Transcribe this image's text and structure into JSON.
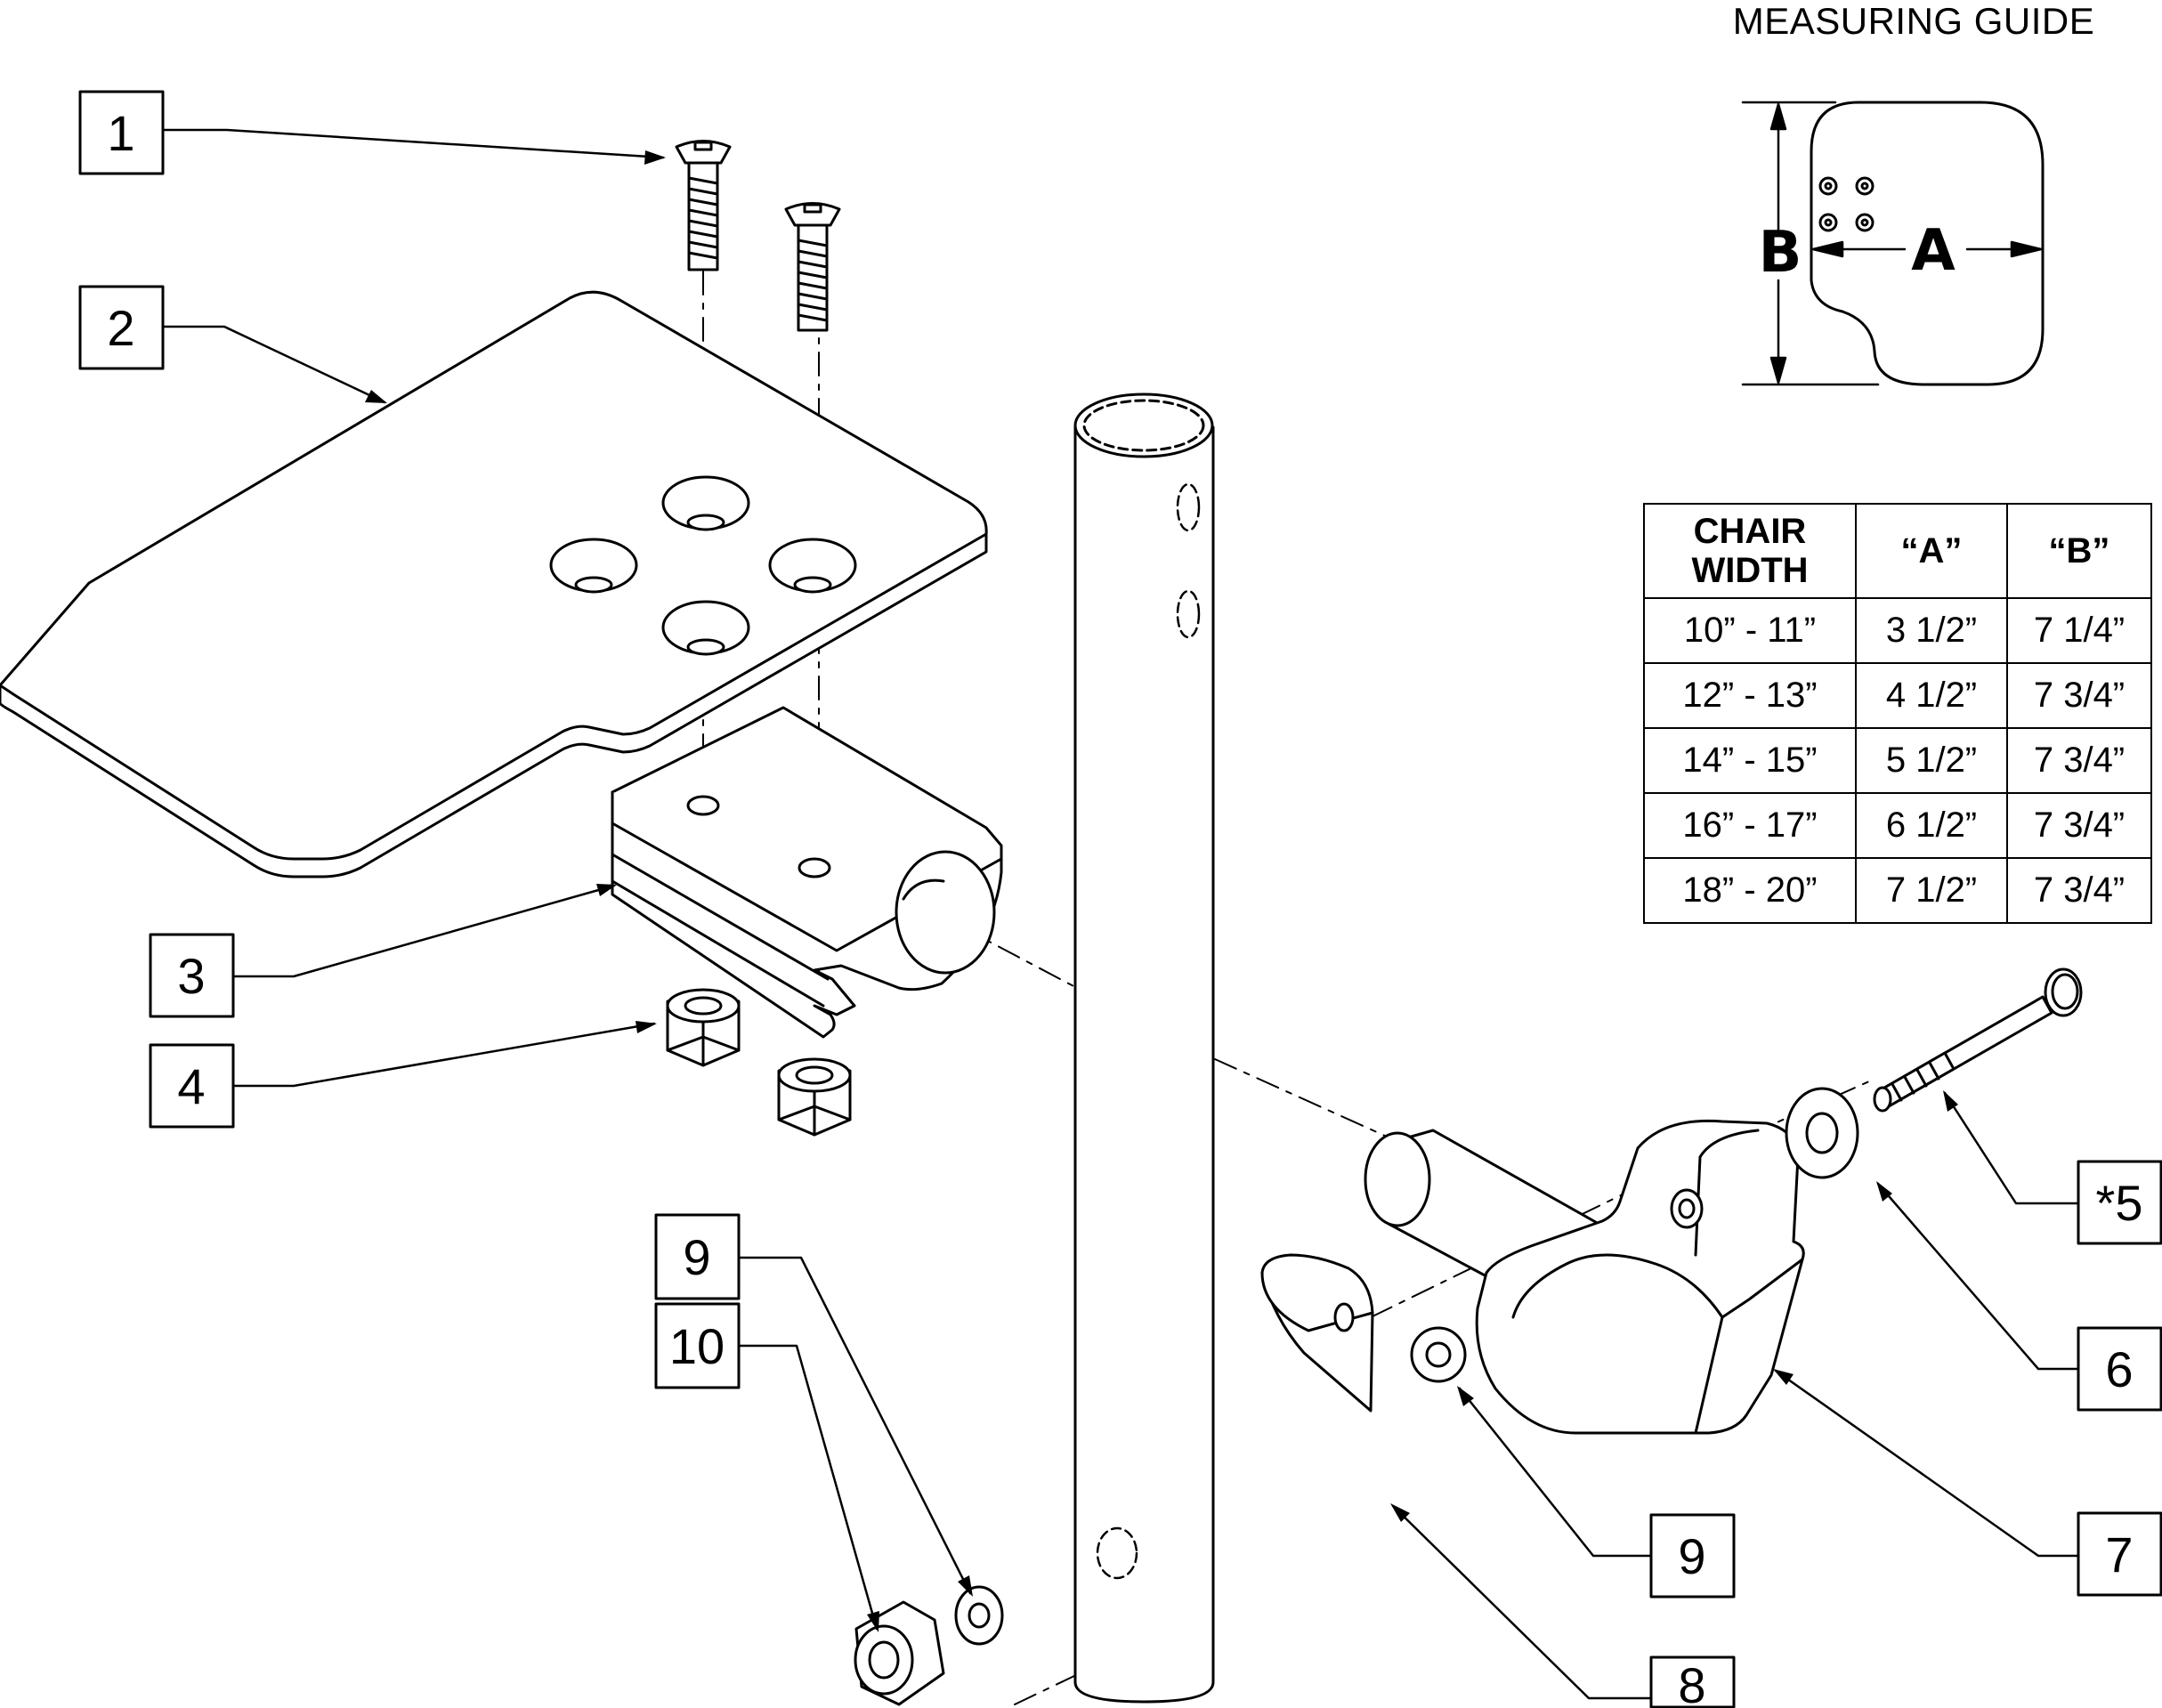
{
  "measuring_guide": {
    "title": "MEASURING GUIDE",
    "dim_a": "A",
    "dim_b": "B"
  },
  "callouts": [
    "1",
    "2",
    "3",
    "4",
    "*5",
    "6",
    "7",
    "8",
    "9",
    "10"
  ],
  "table": {
    "headers": [
      "CHAIR WIDTH",
      "“A”",
      "“B”"
    ],
    "rows": [
      [
        "10” - 11”",
        "3 1/2”",
        "7 1/4”"
      ],
      [
        "12” - 13”",
        "4 1/2”",
        "7 3/4”"
      ],
      [
        "14” - 15”",
        "5 1/2”",
        "7 3/4”"
      ],
      [
        "16” - 17”",
        "6 1/2”",
        "7 3/4”"
      ],
      [
        "18” - 20”",
        "7 1/2”",
        "7 3/4”"
      ]
    ]
  }
}
